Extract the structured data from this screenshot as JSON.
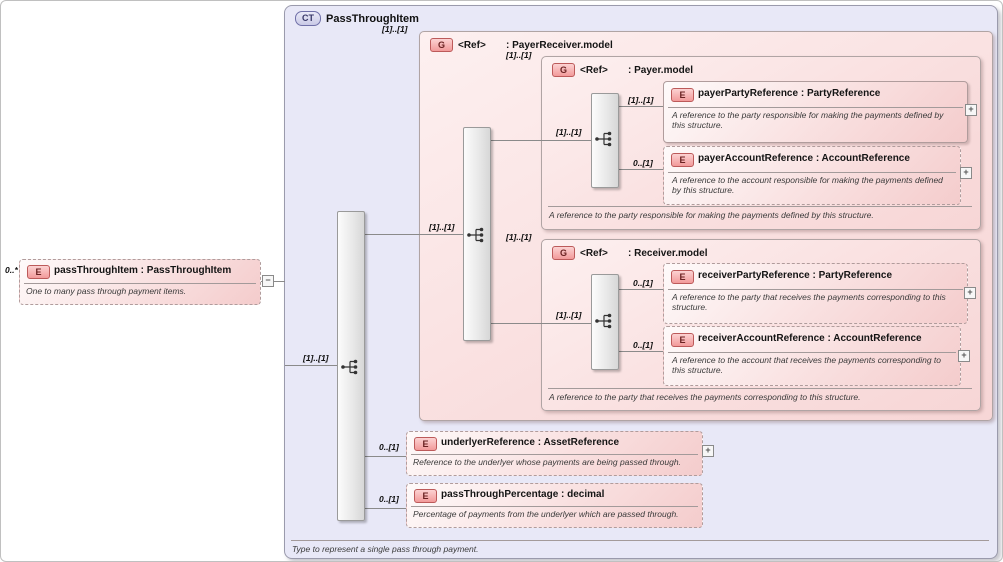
{
  "ct": {
    "badge": "CT",
    "title": "PassThroughItem",
    "annotation": "Type to represent a single pass through payment."
  },
  "root_element": {
    "cardinality": "0..*",
    "badge": "E",
    "name": "passThroughItem : PassThroughItem",
    "description": "One to many pass through payment items.",
    "main_connector_cardinality": "[1]..[1]"
  },
  "groups": {
    "payer_receiver": {
      "badge": "G",
      "ref_label": "<Ref>",
      "type_label": ": PayerReceiver.model",
      "group_cardinality": "[1]..[1]",
      "connector_cardinality": "[1]..[1]"
    },
    "payer": {
      "badge": "G",
      "ref_label": "<Ref>",
      "type_label": ": Payer.model",
      "group_cardinality": "[1]..[1]",
      "connector_cardinality": "[1]..[1]",
      "annotation": "A reference to the party responsible for making the payments defined by this structure."
    },
    "receiver": {
      "badge": "G",
      "ref_label": "<Ref>",
      "type_label": ": Receiver.model",
      "group_cardinality": "[1]..[1]",
      "connector_cardinality": "[1]..[1]",
      "annotation": "A reference to the party that receives the payments corresponding to this structure."
    }
  },
  "elements": {
    "payer_party": {
      "cardinality": "[1]..[1]",
      "badge": "E",
      "name": "payerPartyReference : PartyReference",
      "description": "A reference to the party responsible for making the payments defined by this structure."
    },
    "payer_account": {
      "cardinality": "0..[1]",
      "badge": "E",
      "name": "payerAccountReference : AccountReference",
      "description": "A reference to the account responsible for making the payments defined by this structure."
    },
    "receiver_party": {
      "cardinality": "0..[1]",
      "badge": "E",
      "name": "receiverPartyReference : PartyReference",
      "description": "A reference to the party that receives the payments corresponding to this structure."
    },
    "receiver_account": {
      "cardinality": "0..[1]",
      "badge": "E",
      "name": "receiverAccountReference : AccountReference",
      "description": "A reference to the account that receives the payments corresponding to this structure."
    },
    "underlyer_reference": {
      "cardinality": "0..[1]",
      "badge": "E",
      "name": "underlyerReference : AssetReference",
      "description": "Reference to the underlyer whose payments are being passed through."
    },
    "pass_through_percentage": {
      "cardinality": "0..[1]",
      "badge": "E",
      "name": "passThroughPercentage : decimal",
      "description": "Percentage of payments from the underlyer which are passed through."
    }
  },
  "icons": {
    "expand": "+",
    "collapse": "−"
  },
  "colors": {
    "ct_fill": "#e8e8f7",
    "group_fill": "#f9dede",
    "element_fill": "#f9e0e0",
    "badge_pink": "#f29a9a",
    "badge_blue": "#c9c9e6",
    "connector": "#8a8a8a"
  }
}
